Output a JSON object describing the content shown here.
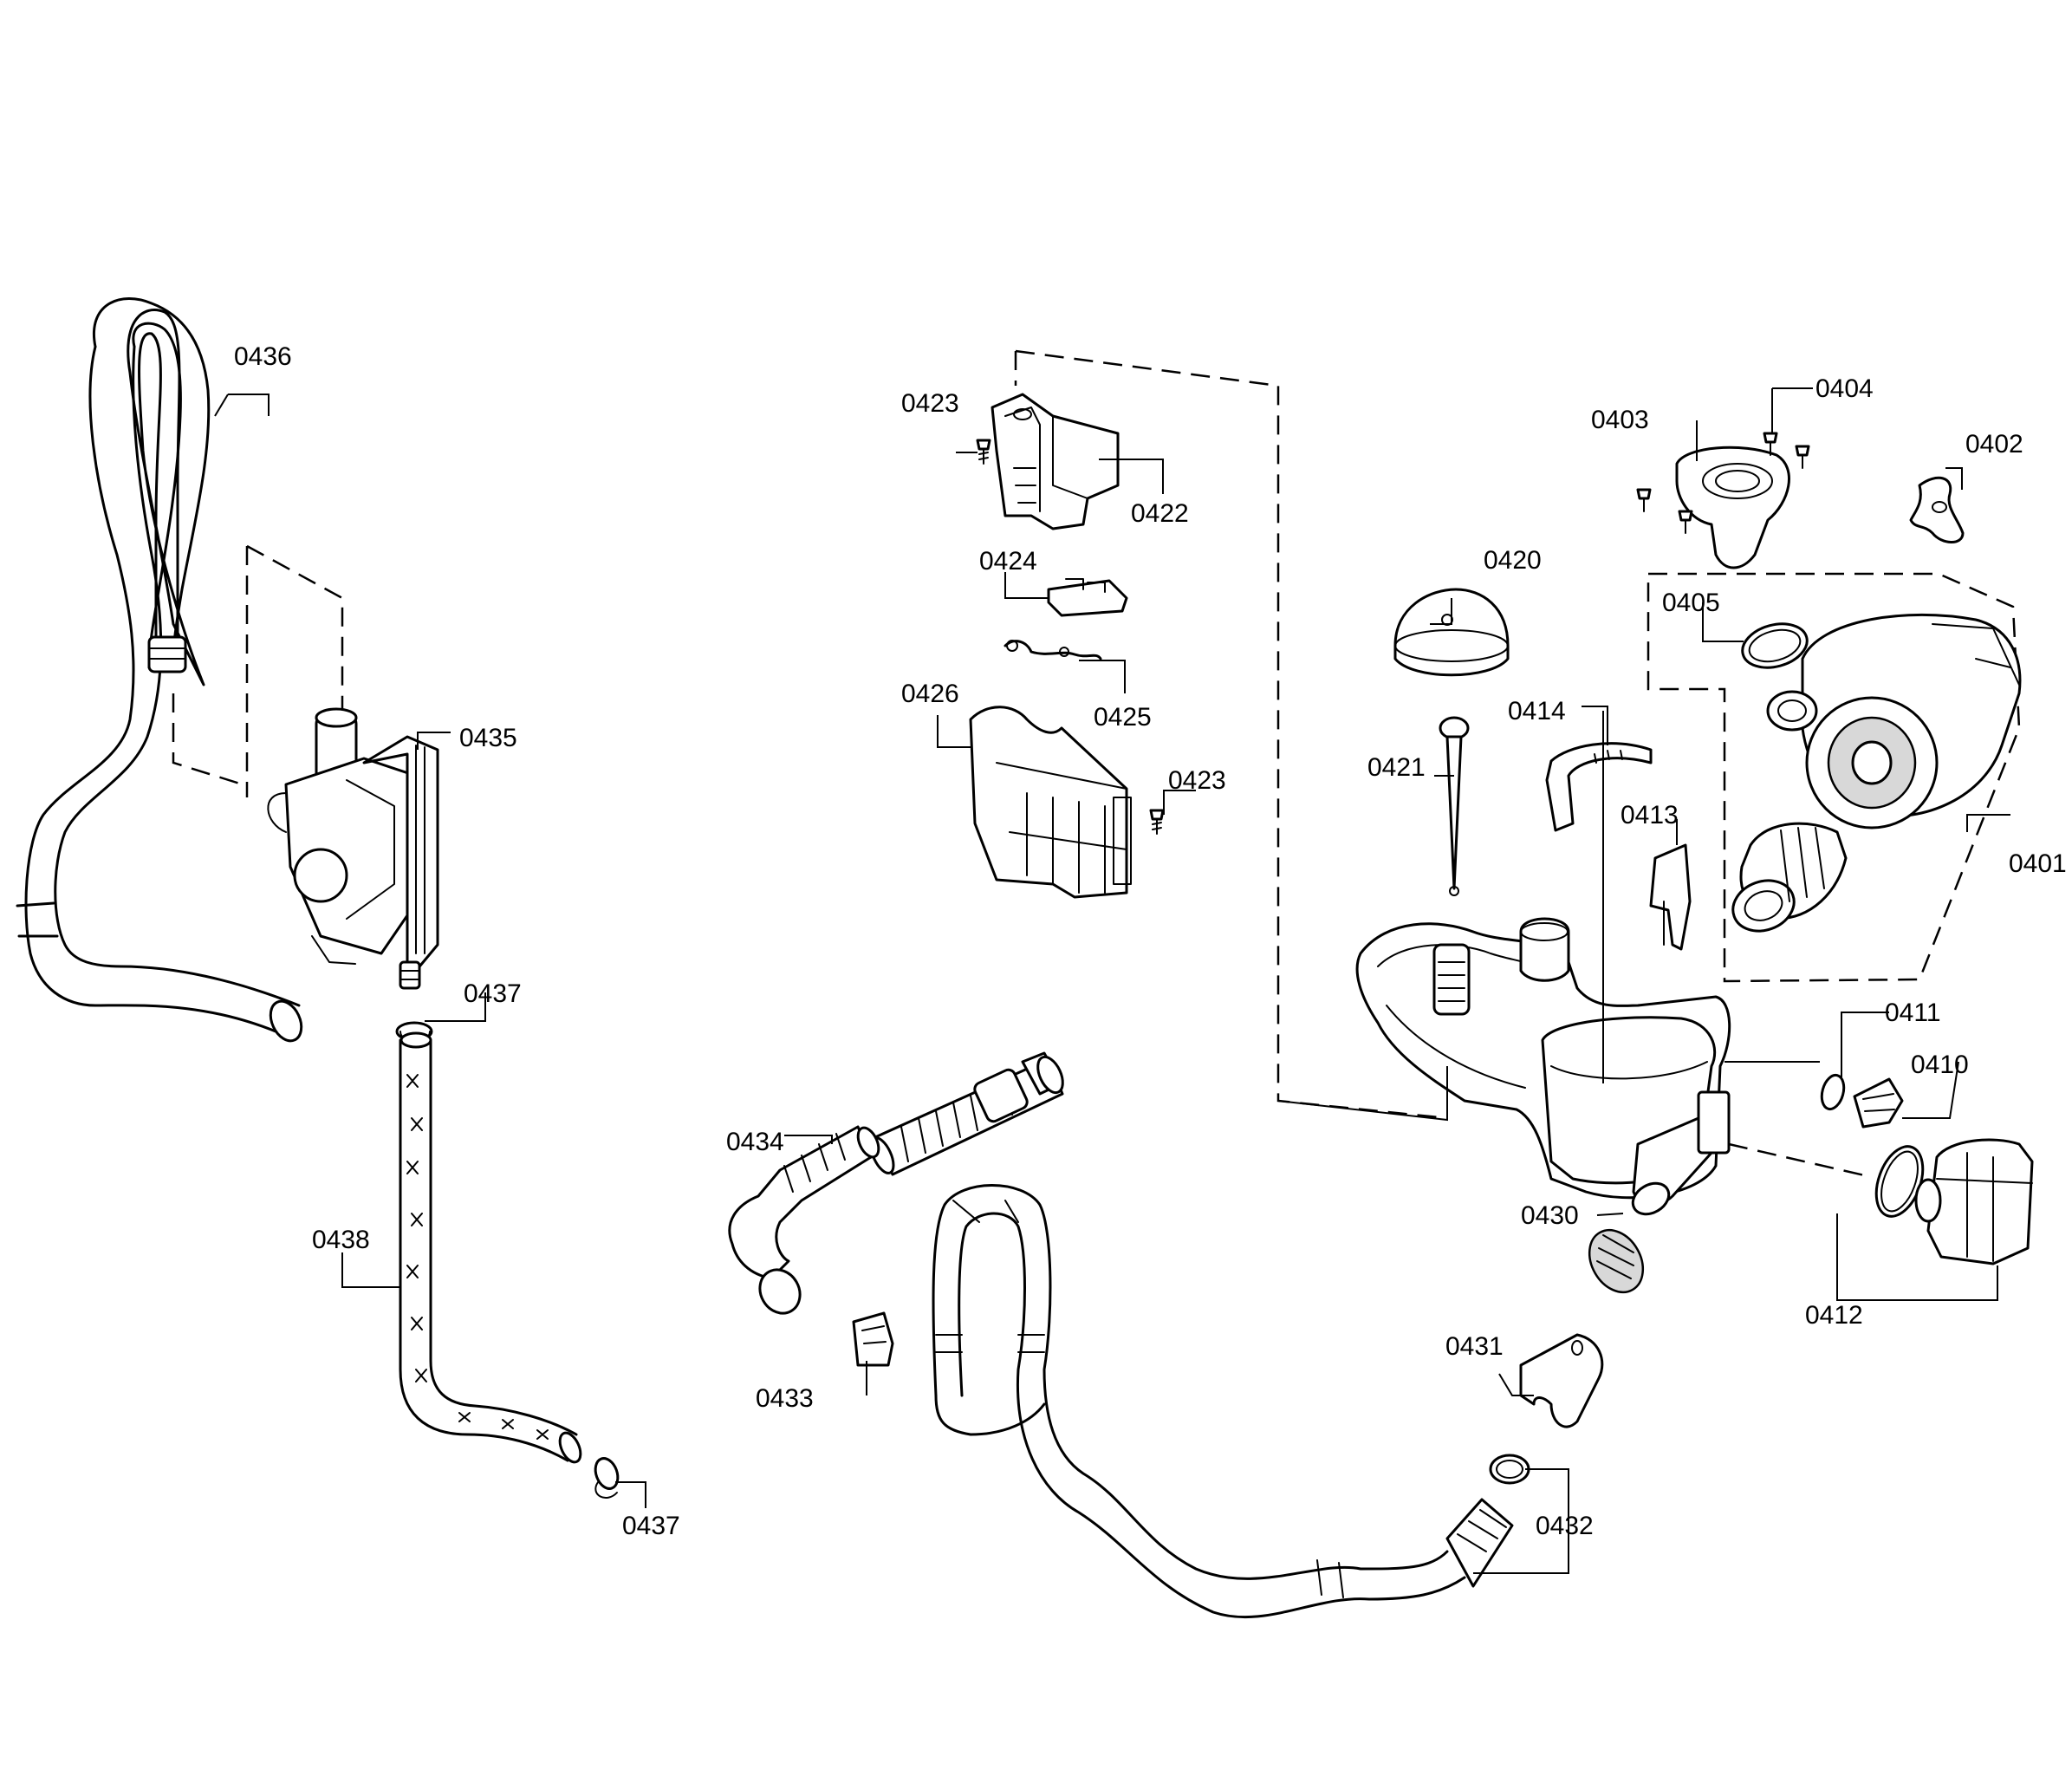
{
  "part_labels": {
    "p0401": "0401",
    "p0402": "0402",
    "p0403": "0403",
    "p0404": "0404",
    "p0405": "0405",
    "p0410": "0410",
    "p0411": "0411",
    "p0412": "0412",
    "p0413": "0413",
    "p0414": "0414",
    "p0420": "0420",
    "p0421": "0421",
    "p0422": "0422",
    "p0423a": "0423",
    "p0423b": "0423",
    "p0424": "0424",
    "p0425": "0425",
    "p0426": "0426",
    "p0430": "0430",
    "p0431": "0431",
    "p0432": "0432",
    "p0433": "0433",
    "p0434": "0434",
    "p0435": "0435",
    "p0436": "0436",
    "p0437a": "0437",
    "p0437b": "0437",
    "p0438": "0438"
  }
}
